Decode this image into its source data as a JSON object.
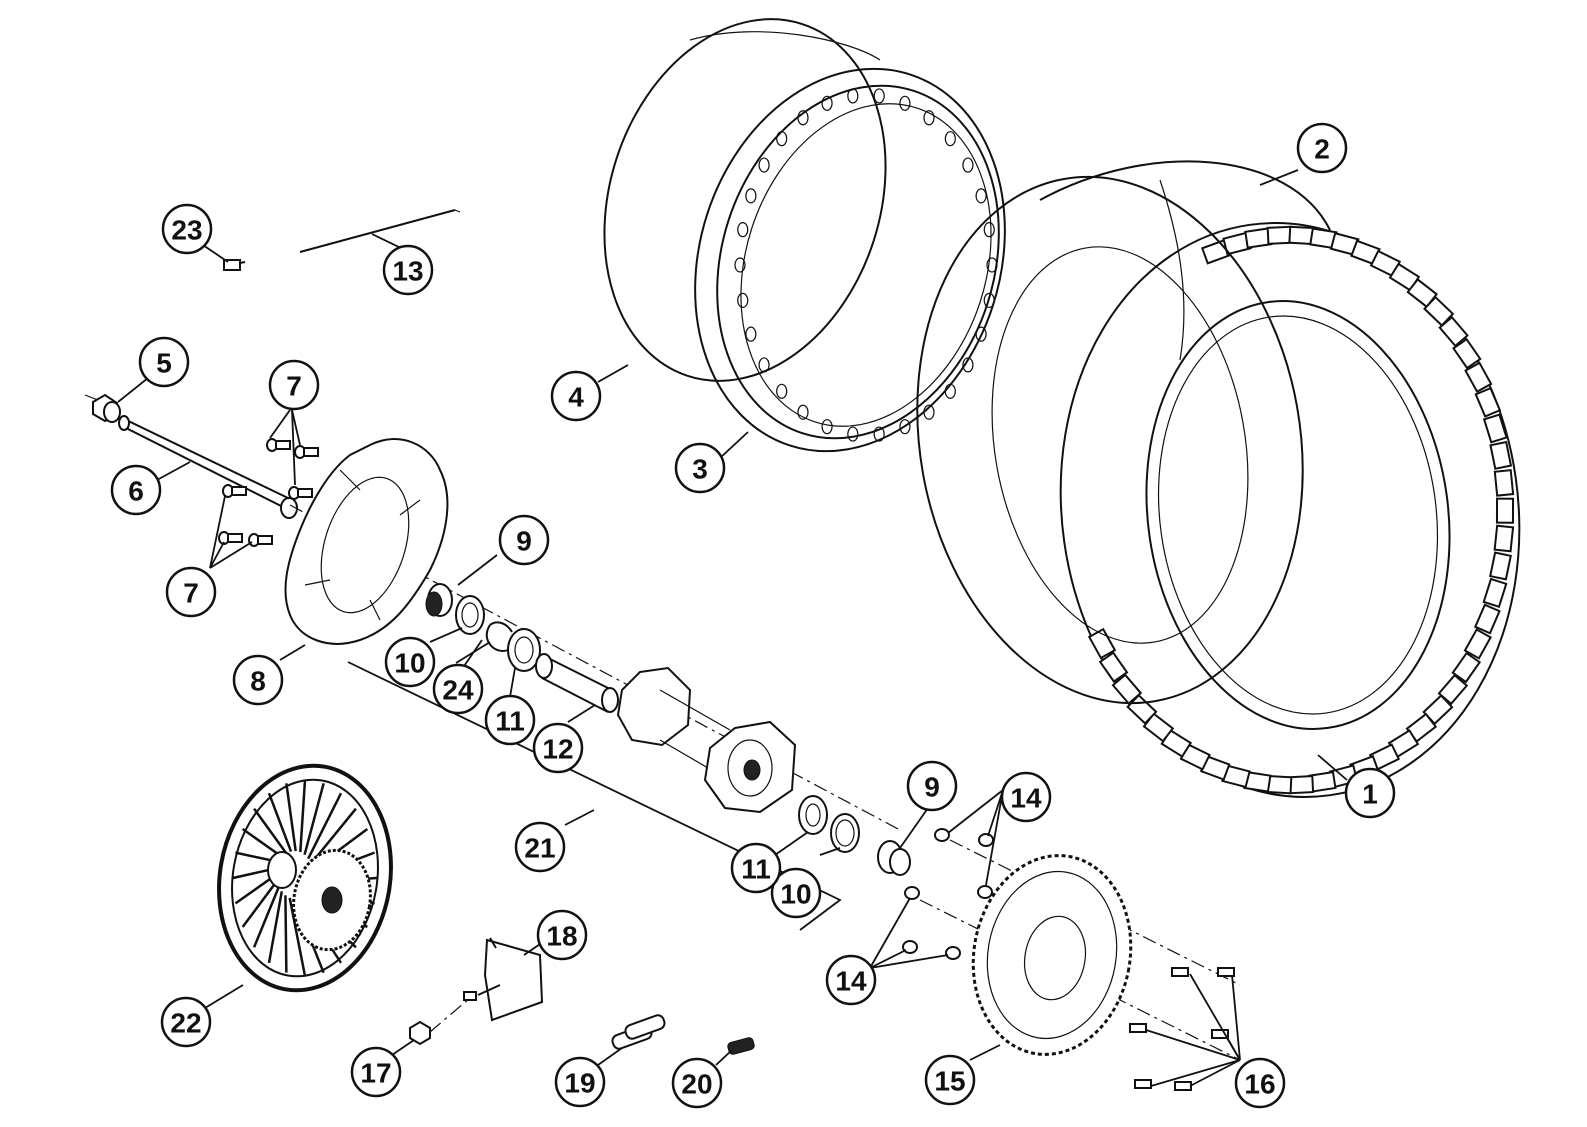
{
  "diagram": {
    "callouts": [
      {
        "label": "1"
      },
      {
        "label": "2"
      },
      {
        "label": "3"
      },
      {
        "label": "4"
      },
      {
        "label": "5"
      },
      {
        "label": "6"
      },
      {
        "label": "7"
      },
      {
        "label": "7"
      },
      {
        "label": "8"
      },
      {
        "label": "9"
      },
      {
        "label": "9"
      },
      {
        "label": "10"
      },
      {
        "label": "10"
      },
      {
        "label": "11"
      },
      {
        "label": "11"
      },
      {
        "label": "12"
      },
      {
        "label": "13"
      },
      {
        "label": "14"
      },
      {
        "label": "14"
      },
      {
        "label": "15"
      },
      {
        "label": "16"
      },
      {
        "label": "17"
      },
      {
        "label": "18"
      },
      {
        "label": "19"
      },
      {
        "label": "20"
      },
      {
        "label": "21"
      },
      {
        "label": "22"
      },
      {
        "label": "23"
      },
      {
        "label": "24"
      }
    ]
  }
}
